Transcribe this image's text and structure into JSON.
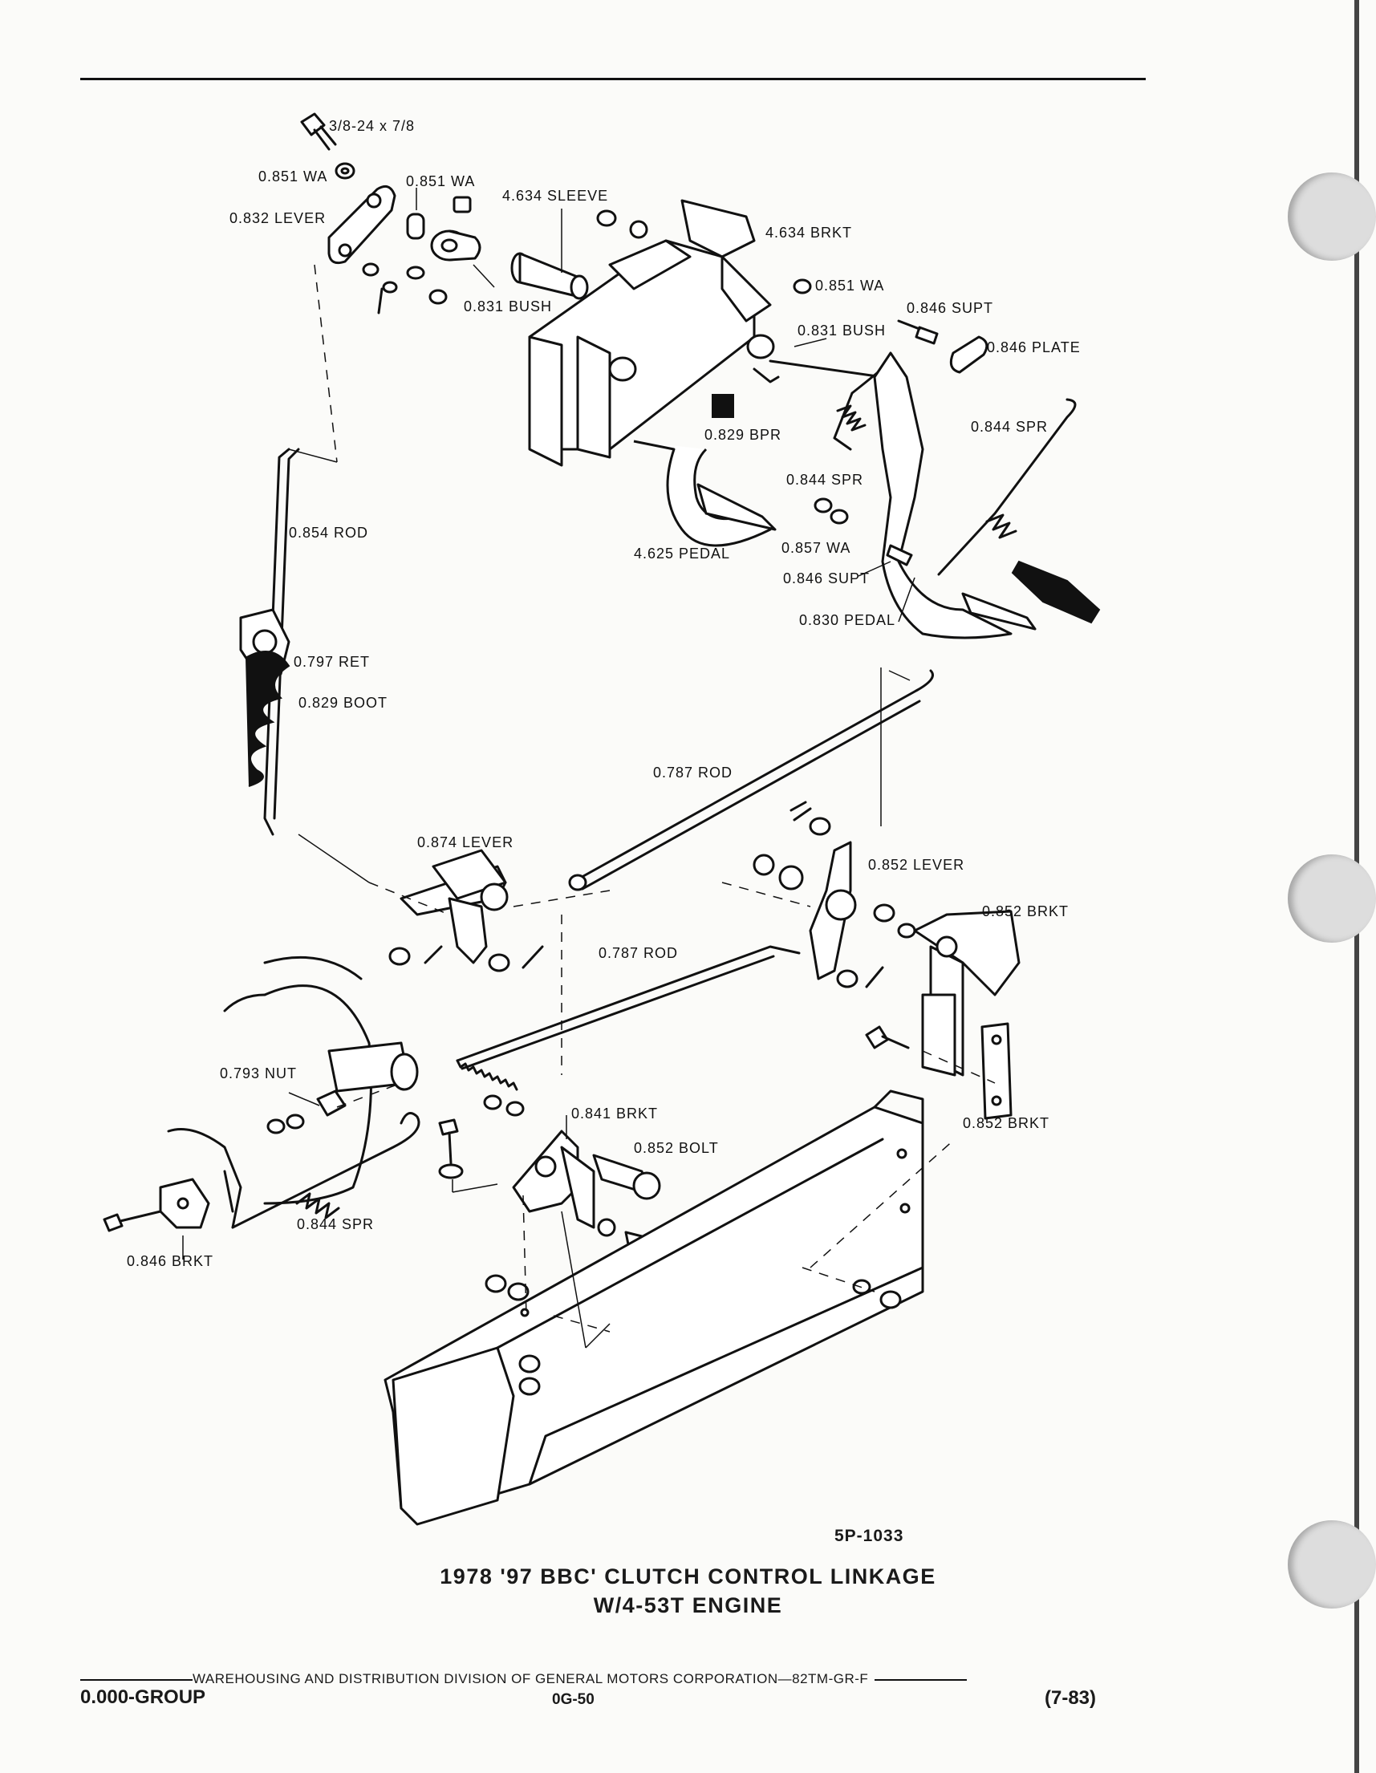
{
  "figure_number": "5P-1033",
  "caption": {
    "line1": "1978 '97 BBC' CLUTCH CONTROL LINKAGE",
    "line2": "W/4-53T ENGINE"
  },
  "footer": {
    "publisher_line": "WAREHOUSING AND DISTRIBUTION  DIVISION OF GENERAL MOTORS CORPORATION—82TM-GR-F",
    "group": "0.000-GROUP",
    "page": "0G-50",
    "date": "(7-83)"
  },
  "labels": {
    "bolt_spec": "3/8-24 x 7/8",
    "wa_0851_left": "0.851 WA",
    "wa_0851_mid": "0.851 WA",
    "lever_0832": "0.832 LEVER",
    "sleeve_4634": "4.634 SLEEVE",
    "brkt_4634": "4.634 BRKT",
    "bush_0831_left": "0.831 BUSH",
    "wa_0851_right": "0.851 WA",
    "supt_0846_top": "0.846 SUPT",
    "bush_0831_right": "0.831 BUSH",
    "plate_0846": "0.846 PLATE",
    "bpr_0829": "0.829 BPR",
    "spr_0844_right": "0.844 SPR",
    "spr_0844_mid": "0.844 SPR",
    "rod_0854": "0.854 ROD",
    "pedal_4625": "4.625 PEDAL",
    "wa_0857": "0.857 WA",
    "supt_0846_mid": "0.846 SUPT",
    "pedal_0830": "0.830 PEDAL",
    "ret_0797": "0.797 RET",
    "boot_0829": "0.829 BOOT",
    "rod_0787_top": "0.787 ROD",
    "lever_0874": "0.874 LEVER",
    "lever_0852": "0.852 LEVER",
    "brkt_0852_top": "0.852 BRKT",
    "rod_0787_mid": "0.787 ROD",
    "nut_0793": "0.793 NUT",
    "brkt_0841": "0.841 BRKT",
    "brkt_0852_bottom": "0.852 BRKT",
    "bolt_0852": "0.852 BOLT",
    "spr_0844_bottom": "0.844 SPR",
    "brkt_0846": "0.846 BRKT"
  }
}
